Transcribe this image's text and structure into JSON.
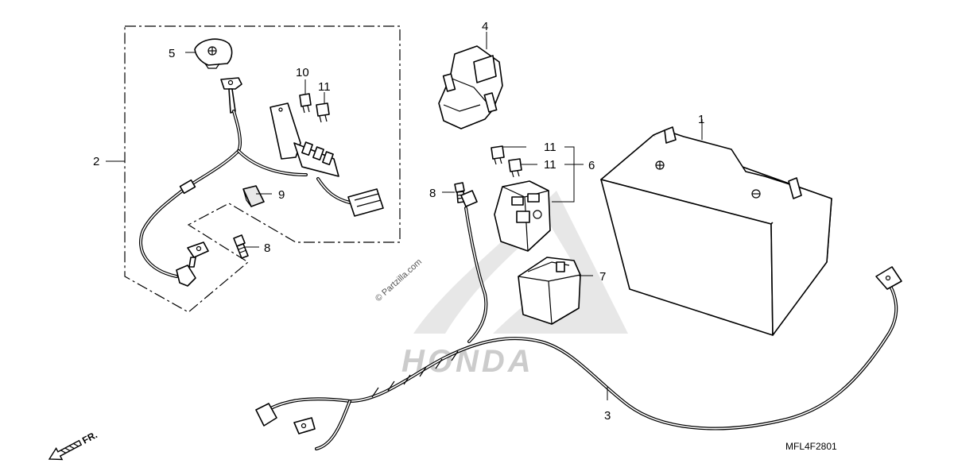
{
  "callouts": {
    "c1": "1",
    "c2": "2",
    "c3": "3",
    "c4": "4",
    "c5": "5",
    "c6": "6",
    "c7": "7",
    "c8a": "8",
    "c8b": "8",
    "c9": "9",
    "c10": "10",
    "c11a": "11",
    "c11b": "11",
    "c11c": "11"
  },
  "diagram_code": "MFL4F2801",
  "direction_label": "FR.",
  "watermark": "© Partzilla.com",
  "logo_text": "HONDA"
}
